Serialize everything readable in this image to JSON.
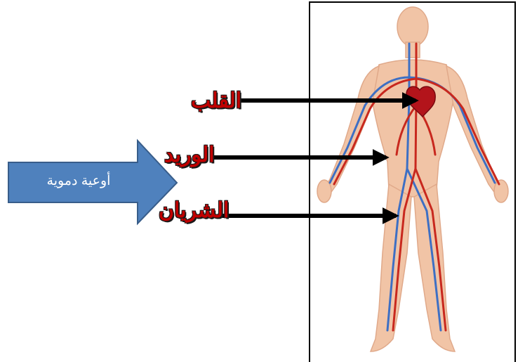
{
  "diagram": {
    "big_arrow": {
      "label": "أوعية دموية",
      "fill": "#4f81bd",
      "stroke": "#385d8a"
    },
    "labels": {
      "heart": "القلب",
      "vein": "الوريد",
      "artery": "الشريان"
    },
    "label_color": "#c00000",
    "arrow_color": "#000000",
    "body_colors": {
      "skin": "#f1c4a6",
      "artery": "#c8281e",
      "vein": "#3d6fc4"
    }
  }
}
